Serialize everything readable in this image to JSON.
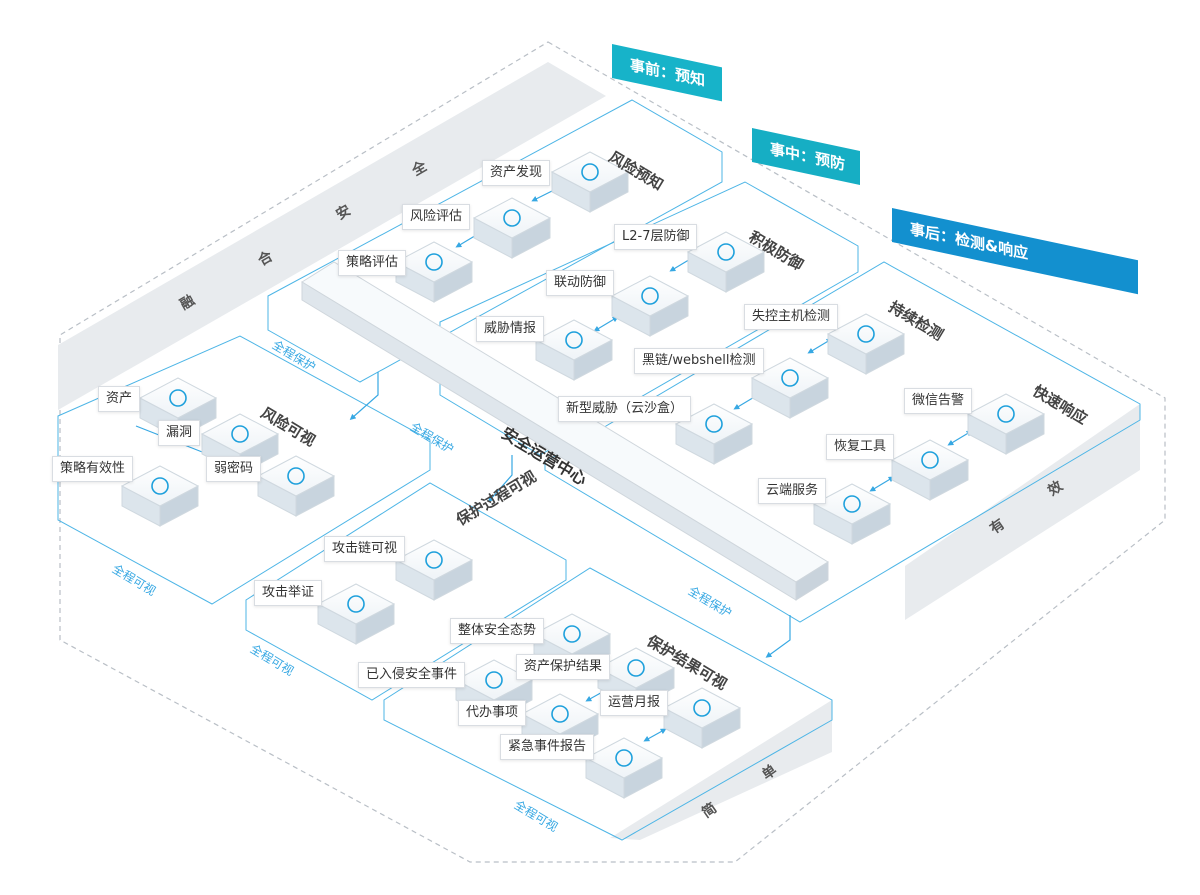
{
  "phases": {
    "before": "事前：预知",
    "during": "事中：预防",
    "after": "事后：检测&响应"
  },
  "center": "安全运营中心",
  "band_left": [
    "融",
    "合",
    "安",
    "全"
  ],
  "band_right": [
    "有",
    "效"
  ],
  "band_bottom": [
    "简",
    "单"
  ],
  "groups": {
    "risk_predict": {
      "title": "风险预知",
      "items": [
        "资产发现",
        "风险评估",
        "策略评估"
      ],
      "footer": "全程保护"
    },
    "active_defense": {
      "title": "积极防御",
      "items": [
        "L2-7层防御",
        "联动防御",
        "威胁情报"
      ],
      "footer": "全程保护"
    },
    "continuous_detect": {
      "title": "持续检测",
      "items": [
        "失控主机检测",
        "黑链/webshell检测",
        "新型威胁（云沙盒）"
      ]
    },
    "fast_response": {
      "title": "快速响应",
      "items": [
        "微信告警",
        "恢复工具",
        "云端服务"
      ],
      "footer": "全程保护"
    },
    "risk_visible": {
      "title": "风险可视",
      "items": [
        "资产",
        "漏洞",
        "弱密码",
        "策略有效性"
      ],
      "footer": "全程可视"
    },
    "process_visible": {
      "title": "保护过程可视",
      "items": [
        "攻击链可视",
        "攻击举证"
      ],
      "footer": "全程可视"
    },
    "result_visible": {
      "title": "保护结果可视",
      "items": [
        "整体安全态势",
        "已入侵安全事件",
        "资产保护结果",
        "代办事项",
        "运营月报",
        "紧急事件报告"
      ],
      "footer": "全程可视"
    }
  },
  "colors": {
    "ribbon_before": "#17b3c9",
    "ribbon_during": "#16aec4",
    "ribbon_after": "#1390cf",
    "line": "#37a8e3",
    "band": "#e8ebee",
    "icon": "#1ea0dc"
  }
}
